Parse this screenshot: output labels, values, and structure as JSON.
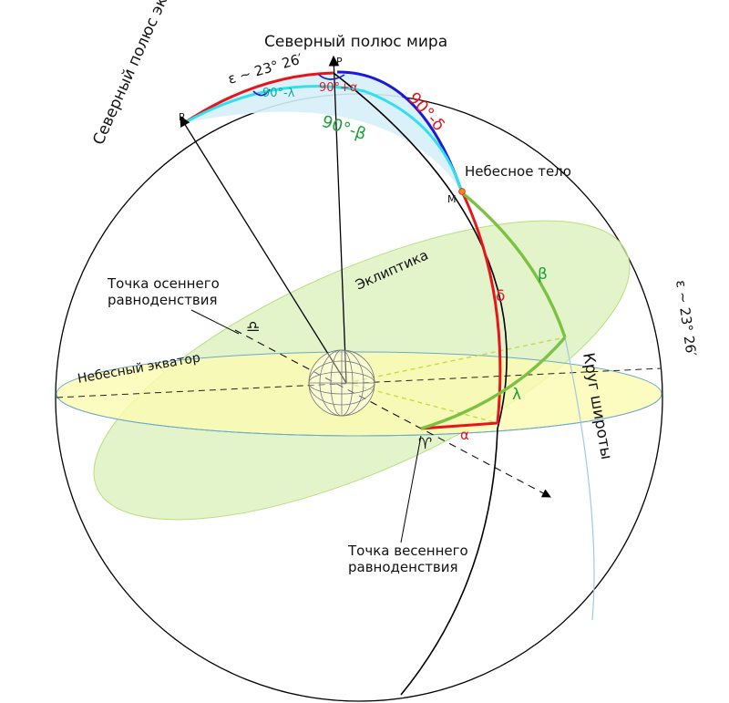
{
  "labels": {
    "north_celestial_pole": "Северный полюс мира",
    "north_ecliptic_pole": "Северный полюс эклиптики",
    "celestial_body": "Небесное тело",
    "autumn_equinox_line1": "Точка осеннего",
    "autumn_equinox_line2": "равноденствия",
    "spring_equinox_line1": "Точка весеннего",
    "spring_equinox_line2": "равноденствия",
    "ecliptic": "Эклиптика",
    "celestial_equator": "Небесный экватор",
    "latitude_circle": "Круг широты",
    "obliquity_top": "ε ~ 23° 26′",
    "obliquity_right": "ε ~ 23° 26′",
    "point_P": "P",
    "point_R": "R",
    "point_M": "M",
    "libra_symbol": "♎",
    "aries_symbol": "♈"
  },
  "angles": {
    "ninety_minus_lambda": "90°-λ",
    "ninety_plus_alpha": "90°+α",
    "ninety_minus_delta": "90°-δ",
    "ninety_minus_beta": "90°-β",
    "delta": "δ",
    "beta": "β",
    "lambda": "λ",
    "alpha": "α"
  },
  "colors": {
    "red": "#e8141c",
    "blue": "#1a1ad8",
    "cyan": "#2fe0f0",
    "green": "#7cc242",
    "equator_fill": "#fbfbb0",
    "ecliptic_fill": "#d9f0b8"
  }
}
